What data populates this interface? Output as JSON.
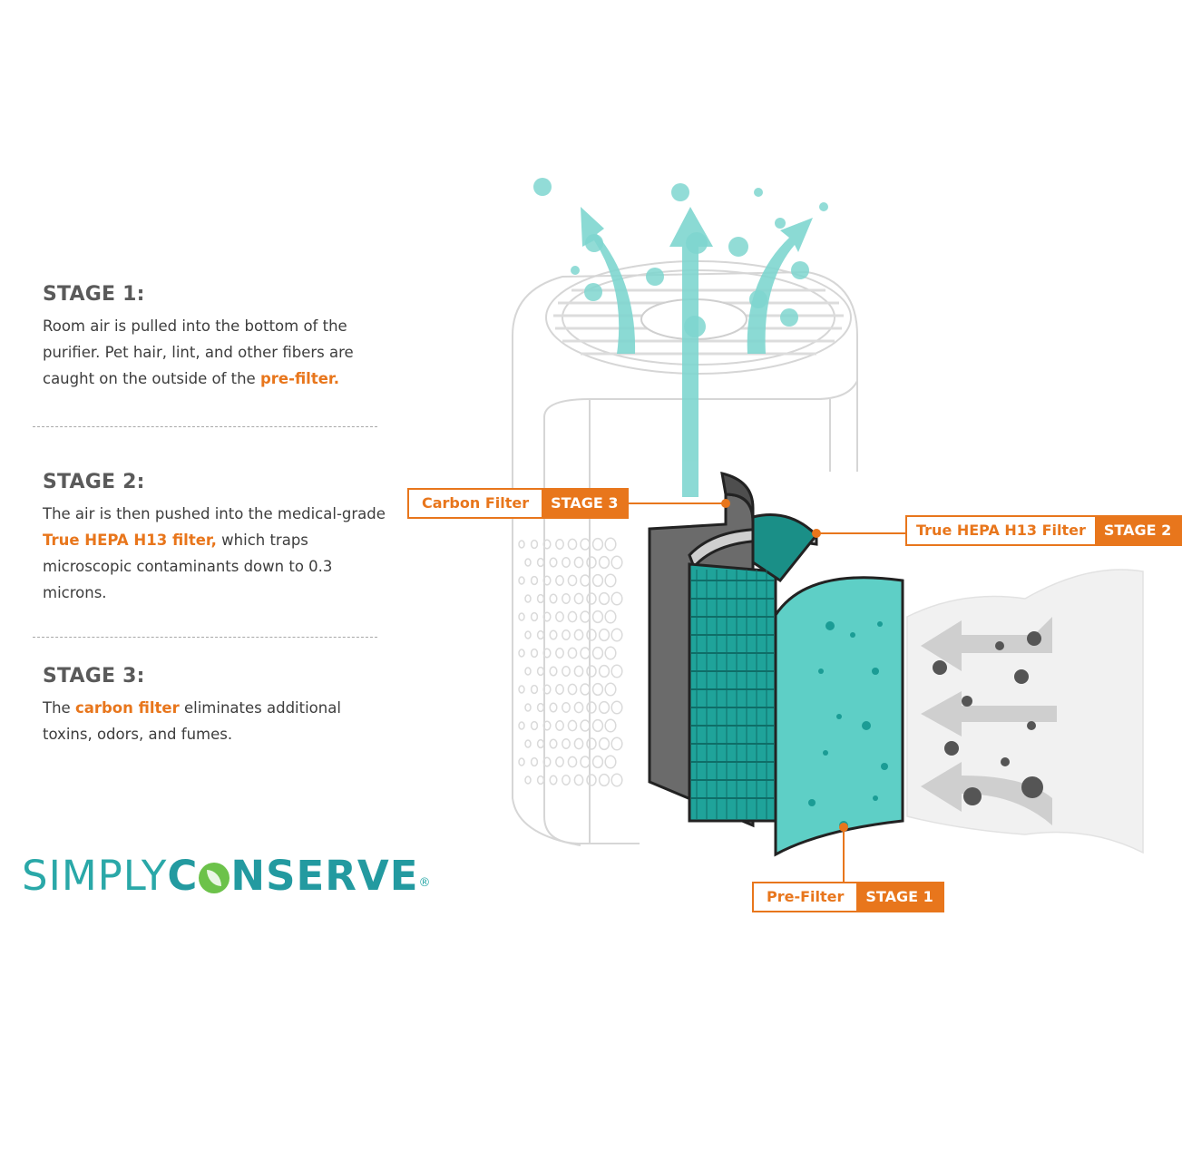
{
  "stages": [
    {
      "title": "STAGE 1:",
      "text_before": "Room air is pulled into the bottom of the purifier. Pet hair, lint, and other fibers are caught on the outside of the ",
      "highlight": "pre-filter.",
      "text_after": ""
    },
    {
      "title": "STAGE 2:",
      "text_before": "The air is then pushed into the medical-grade ",
      "highlight": "True HEPA H13 filter,",
      "text_after": " which traps microscopic contaminants down to 0.3 microns."
    },
    {
      "title": "STAGE 3:",
      "text_before": "The ",
      "highlight": "carbon filter",
      "text_after": " eliminates additional toxins, odors, and fumes."
    }
  ],
  "logo": {
    "part1": "SIMPLY",
    "part2_pre": "C",
    "part2_post": "NSERVE",
    "registered": "®"
  },
  "callouts": {
    "carbon": {
      "name": "Carbon Filter",
      "stage": "STAGE 3"
    },
    "hepa": {
      "name": "True HEPA H13 Filter",
      "stage": "STAGE 2"
    },
    "prefilter": {
      "name": "Pre-Filter",
      "stage": "STAGE 1"
    }
  },
  "colors": {
    "accent_orange": "#e8761c",
    "teal": "#2aa8a8",
    "filter_teal": "#1fa39a",
    "prefilter_teal": "#5ecfc6",
    "carbon_gray": "#6b6b6b",
    "air_arrow": "#7fd6d0",
    "leaf_green": "#6cc24a"
  },
  "icons": [
    "leaf-icon"
  ]
}
